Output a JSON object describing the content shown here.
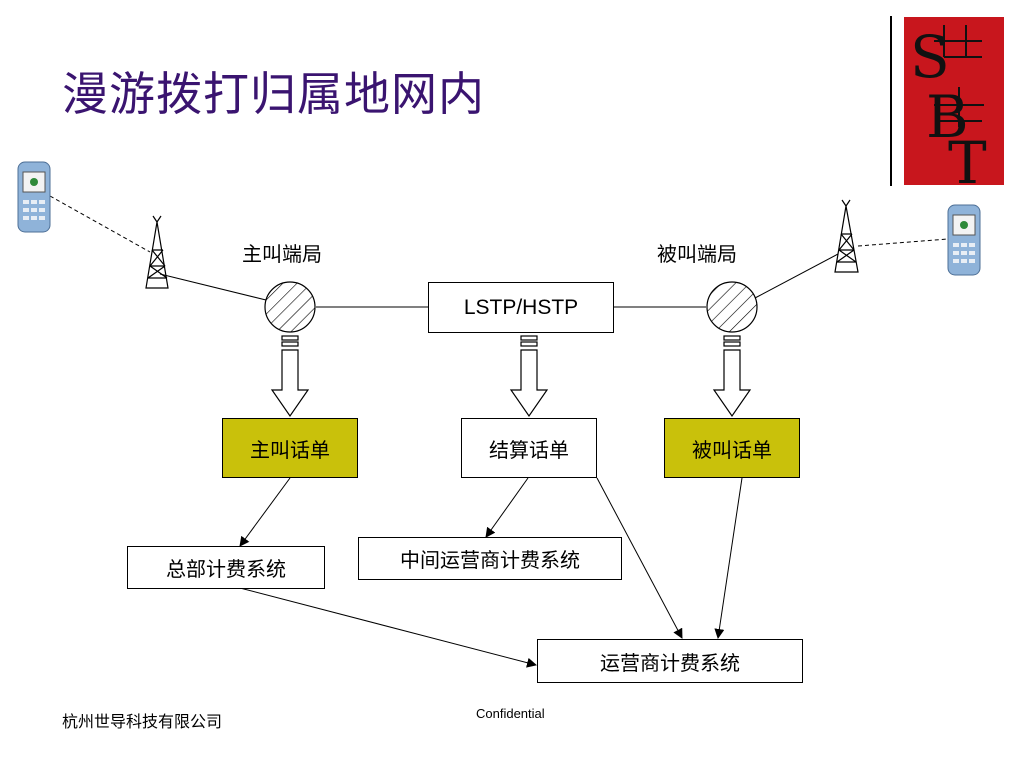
{
  "title": "漫游拨打归属地网内",
  "logo": {
    "letters": "S B T",
    "overlay_chars": "世导",
    "color": "#c8161d"
  },
  "nodes": {
    "calling_office": "主叫端局",
    "called_office": "被叫端局",
    "lstp": "LSTP/HSTP"
  },
  "boxes": {
    "calling_cdr": "主叫话单",
    "settlement_cdr": "结算话单",
    "called_cdr": "被叫话单",
    "hq_billing": "总部计费系统",
    "intermediate_billing": "中间运营商计费系统",
    "operator_billing": "运营商计费系统"
  },
  "colors": {
    "title": "#3a1470",
    "highlight_box": "#c9c10b"
  },
  "footer": {
    "company": "杭州世导科技有限公司",
    "confidential": "Confidential"
  }
}
